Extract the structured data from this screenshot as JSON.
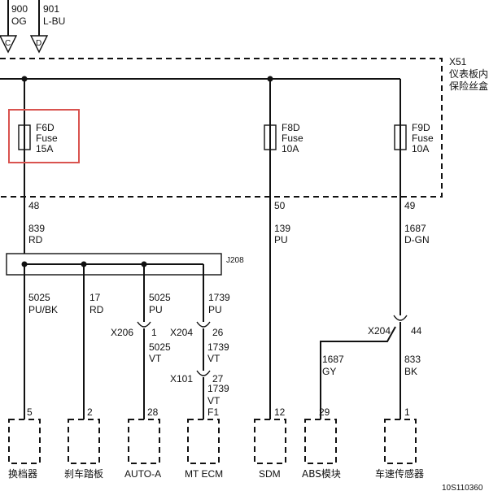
{
  "top_wires": [
    {
      "id": "900",
      "color": "OG",
      "connector": "C"
    },
    {
      "id": "901",
      "color": "L-BU",
      "connector": "D"
    }
  ],
  "fuse_box": {
    "ref": "X51",
    "name_line1": "仪表板内",
    "name_line2": "保险丝盒"
  },
  "fuses": [
    {
      "name": "F6D",
      "type": "Fuse",
      "rating": "15A",
      "pin": "48"
    },
    {
      "name": "F8D",
      "type": "Fuse",
      "rating": "10A",
      "pin": "50"
    },
    {
      "name": "F9D",
      "type": "Fuse",
      "rating": "10A",
      "pin": "49"
    }
  ],
  "wires_after_fuse": [
    {
      "id": "839",
      "color": "RD"
    },
    {
      "id": "139",
      "color": "PU"
    },
    {
      "id": "1687",
      "color": "D-GN"
    }
  ],
  "splice": "J208",
  "branches": [
    {
      "id": "5025",
      "color": "PU/BK"
    },
    {
      "id": "17",
      "color": "RD"
    },
    {
      "id": "5025",
      "color": "PU"
    },
    {
      "id": "1739",
      "color": "PU"
    }
  ],
  "inline_connectors": {
    "x206": {
      "ref": "X206",
      "pin": "1",
      "wire_id": "5025",
      "wire_color": "VT"
    },
    "x204_mt": {
      "ref": "X204",
      "pin": "26",
      "wire_id": "1739",
      "wire_color": "VT"
    },
    "x101": {
      "ref": "X101",
      "pin": "27",
      "wire_id": "1739",
      "wire_color": "VT"
    },
    "x204_speed": {
      "ref": "X204",
      "pin": "44"
    }
  },
  "abs_wire": {
    "id": "1687",
    "color": "GY"
  },
  "speed_wire": {
    "id": "833",
    "color": "BK"
  },
  "components": [
    {
      "name": "换档器",
      "pin": "5"
    },
    {
      "name": "刹车踏板",
      "pin": "2"
    },
    {
      "name": "AUTO-A",
      "pin": "28"
    },
    {
      "name": "MT ECM",
      "pin": "F1"
    },
    {
      "name": "SDM",
      "pin": "12"
    },
    {
      "name": "ABS模块",
      "pin": "29"
    },
    {
      "name": "车速传感器",
      "pin": "1"
    }
  ],
  "figure_code": "10S110360",
  "highlight_color": "#d9534f"
}
